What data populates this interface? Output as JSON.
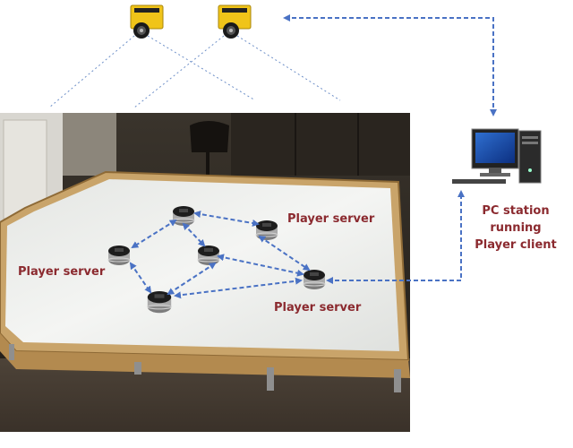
{
  "labels": {
    "player_server_right": "Player server",
    "player_server_left": "Player server",
    "player_server_bottom": "Player server",
    "pc_line1": "PC station",
    "pc_line2": "running",
    "pc_line3": "Player client"
  },
  "colors": {
    "arrow": "#4a72c4",
    "label": "#8b2a2f",
    "camera_body": "#f0c419",
    "board": "#eef0ee",
    "frame": "#c9a46a",
    "wall": "#2b2620"
  },
  "icons": [
    "camera-icon",
    "robot-icon",
    "pc-monitor-icon",
    "pc-tower-icon"
  ]
}
